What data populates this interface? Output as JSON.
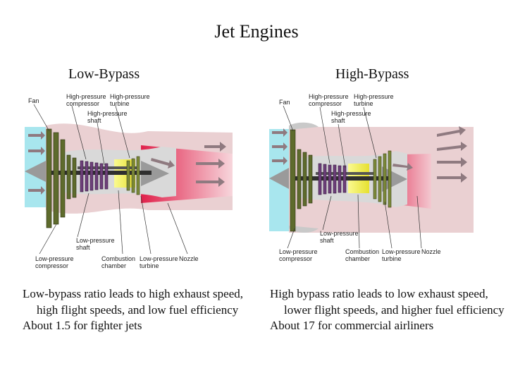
{
  "title": "Jet Engines",
  "low": {
    "heading": "Low-Bypass",
    "labels": {
      "fan": "Fan",
      "hpc1": "High-pressure",
      "hpc2": "compressor",
      "hpt1": "High-pressure",
      "hpt2": "turbine",
      "hps1": "High-pressure",
      "hps2": "shaft",
      "lps1": "Low-pressure",
      "lps2": "shaft",
      "lpc1": "Low-pressure",
      "lpc2": "compressor",
      "comb1": "Combustion",
      "comb2": "chamber",
      "lpt1": "Low-pressure",
      "lpt2": "turbine",
      "nozzle": "Nozzle"
    },
    "desc1": "Low-bypass ratio leads to high exhaust speed, high flight speeds, and low fuel efficiency",
    "desc2": "About 1.5 for fighter jets"
  },
  "high": {
    "heading": "High-Bypass",
    "labels": {
      "fan": "Fan",
      "hpc1": "High-pressure",
      "hpc2": "compressor",
      "hpt1": "High-pressure",
      "hpt2": "turbine",
      "hps1": "High-pressure",
      "hps2": "shaft",
      "lps1": "Low-pressure",
      "lps2": "shaft",
      "lpc1": "Low-pressure",
      "lpc2": "compressor",
      "comb1": "Combustion",
      "comb2": "chamber",
      "lpt1": "Low-pressure",
      "lpt2": "turbine",
      "nozzle": "Nozzle"
    },
    "desc1": "High bypass ratio leads to low exhaust speed, lower flight speeds, and higher fuel efficiency",
    "desc2": "About 17 for commercial airliners"
  },
  "colors": {
    "intake": "#a8e6ee",
    "bypass": "#e8cfd0",
    "exhaust": "#e83a5a",
    "compressor": "#5e6b2c",
    "hp_compressor": "#6d3f7a",
    "combustion": "#e8f04a",
    "shaft": "#2f2f2f",
    "arrow": "#9a7f86"
  }
}
